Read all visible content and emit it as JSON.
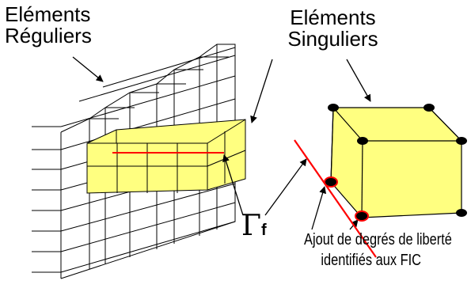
{
  "labels": {
    "regular_line1": "Eléments",
    "regular_line2": "Réguliers",
    "singular_line1": "Eléments",
    "singular_line2": "Singuliers",
    "gamma_symbol": "Γ",
    "gamma_subscript": "f",
    "note_line1": "Ajout de degrés de liberté",
    "note_line2": "identifiés aux FIC"
  },
  "colors": {
    "element_fill": "#ffff80",
    "crack_line": "#ff0000",
    "node_fill": "#000000"
  }
}
